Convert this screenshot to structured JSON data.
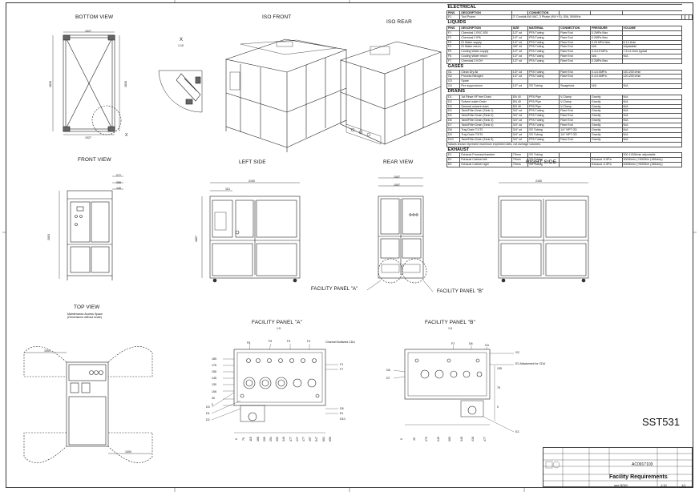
{
  "views": {
    "bottom": "BOTTOM VIEW",
    "iso_front": "ISO FRONT",
    "iso_rear": "ISO REAR",
    "front": "FRONT VIEW",
    "left": "LEFT SIDE",
    "rear": "REAR VIEW",
    "right": "RIGHT SIDE",
    "top": "TOP VIEW",
    "top_note_1": "Maintenance Access Space",
    "top_note_2": "(Dimensions without scale)",
    "panel_a": "FACILITY PANEL \"A\"",
    "panel_b": "FACILITY PANEL \"B\"",
    "panel_a_ref": "FACILITY PANEL \"A\"",
    "panel_b_ref": "FACILITY PANEL \"B\"",
    "detail_x": "X",
    "detail_x_scale": "1:10",
    "panel_scale": "1:5"
  },
  "dims": {
    "bottom_top": "1027",
    "bottom_bottom": "1027",
    "bottom_side": "1830",
    "left_width": "2100",
    "left_small": "110",
    "left_height": "1867",
    "rear_w1": "1067",
    "rear_w2": "1067",
    "right_width": "2100",
    "front_h": "2003",
    "front_d1": "277",
    "front_d2": "258",
    "front_d3": "140",
    "top_d1": "1000",
    "top_d2": "1000"
  },
  "callouts": {
    "panel_a_top": [
      "F6",
      "F5",
      "F3",
      "F4",
      "Channel Buttweld CDU"
    ],
    "panel_a_right": [
      "F1",
      "F7",
      "D5",
      "E1",
      "D10"
    ],
    "panel_a_left": [
      "D3",
      "D1",
      "D2"
    ],
    "panel_a_scale": [
      "185",
      "176",
      "155",
      "145",
      "130",
      "106",
      "40",
      "0"
    ],
    "panel_a_bottom": [
      "0",
      "70",
      "115",
      "168",
      "200",
      "254",
      "300",
      "346",
      "377",
      "417",
      "477",
      "497",
      "547",
      "601",
      "650"
    ],
    "panel_b_top": [
      "F2",
      "D6",
      "G4",
      "G2"
    ],
    "panel_b_right": [
      "E2 Attachment for CDU",
      "E3"
    ],
    "panel_b_left": [
      "D8",
      "D7"
    ],
    "panel_b_scale": [
      "135",
      "75",
      "0"
    ],
    "panel_b_bottom": [
      "0",
      "45",
      "170",
      "245",
      "300",
      "348",
      "418",
      "477"
    ]
  },
  "table": {
    "sections": [
      {
        "title": "ELECTRICAL",
        "header": [
          "PINS",
          "DESCRIPTION",
          "",
          "CONNECTION",
          "",
          ""
        ],
        "rows": [
          [
            "E1",
            "Tool Power",
            "3\" Conduit,4W VAC, 3 Phase (4W +G), 50A, 50/60Hz",
            "",
            "",
            ""
          ]
        ]
      },
      {
        "title": "LIQUIDS",
        "header": [
          "PINS",
          "DESCRIPTION",
          "SIZE",
          "MATERIAL",
          "CONNECTION",
          "PRESSURE",
          "VOLUME"
        ],
        "rows": [
          [
            "F1",
            "Chemical 1 EKC 830",
            "1/2\" od",
            "PFA Tubing",
            "Flare End",
            "0.2MPa Max",
            ""
          ],
          [
            "F2",
            "Chemical 2 IPA",
            "1/2\" od",
            "PFA Tubing",
            "Flare End",
            "0.2MPa Max",
            ""
          ],
          [
            "F3",
            "DI Water supply",
            "1/2\" od",
            "PFA Tubing",
            "Flare End",
            "0.25 MPa Max",
            "8-14 l/min"
          ],
          [
            "F4",
            "DI Water return",
            "3/8\" od",
            "PFA Tubing",
            "Flare End",
            "N/A",
            "Adjustable"
          ],
          [
            "F5",
            "Cooling Water supply",
            "1/2\" od",
            "PFA Tubing",
            "Flare End",
            "0.3-0.5 MPa",
            "7.5-11 l/min typical"
          ],
          [
            "F6",
            "Cooling Water return",
            "1/2\" od",
            "PFA Tubing",
            "Flare End",
            "N/A",
            "N/A"
          ],
          [
            "F7",
            "Chemical 3 KOH",
            "1/2\" od",
            "PFA Tubing",
            "Flare End",
            "0.2MPa Max",
            ""
          ]
        ]
      },
      {
        "title": "GASES",
        "header": [],
        "rows": [
          [
            "G1",
            "Clean Dry Air",
            "1/2\" od",
            "PFA Tubing",
            "Flare End",
            "0.4-0.6MPa",
            "140-200 l/min"
          ],
          [
            "G2",
            "Process Nitrogen",
            "1/2\" od",
            "PFA Tubing",
            "Flare End",
            "0.4-0.6MPa",
            "120-200 l/min"
          ],
          [
            "G3",
            "Spare",
            "",
            "",
            "",
            "",
            ""
          ],
          [
            "G4",
            "Fire suppression",
            "1/2\" od",
            "SS Tubing",
            "Swagelock",
            "N/A",
            "N/A"
          ]
        ]
      },
      {
        "title": "DRAINS",
        "header": [],
        "rows": [
          [
            "D1",
            "1st Rinse HF free Drain",
            "DN 40",
            "PFA Pipe",
            "V-Clamp",
            "Gravity",
            "N/A"
          ],
          [
            "D2",
            "Solvent water Drain",
            "DN 40",
            "PFA Pipe",
            "V-Clamp",
            "Gravity",
            "N/A"
          ],
          [
            "D3",
            "General solvent drain",
            "DN 40",
            "PFA Pipe",
            "V-Clamp",
            "Gravity",
            "N/A"
          ],
          [
            "D4",
            "Tank/Filter Drain (Tank 1)",
            "3/4\" od",
            "PFA Tubing",
            "Flare End",
            "Gravity",
            "N/A"
          ],
          [
            "D5",
            "Tank/Filter Drain (Tank 2)",
            "3/4\" od",
            "PFA Tubing",
            "Flare End",
            "Gravity",
            "N/A"
          ],
          [
            "D6",
            "Tank/Filter Drain (Tank 3)",
            "3/4\" od",
            "PFA Tubing",
            "Flare End",
            "Gravity",
            "N/A"
          ],
          [
            "D7",
            "Tank/Filter Drain (Tank 4)",
            "3/4\" od",
            "PFA Tubing",
            "Flare End",
            "Gravity",
            "N/A"
          ],
          [
            "D8",
            "Tray Drain T1/T2",
            "3/4\" od",
            "SS Tubing",
            "1/4\" NPT OD",
            "Gravity",
            "N/A"
          ],
          [
            "D9",
            "Tray Drain T3/T4",
            "3/4\" od",
            "SS Tubing",
            "1/4\" NPT OD",
            "Gravity",
            "N/A"
          ],
          [
            "D10",
            "Tank/Filter Drain (Tank 5)",
            "3/4\" od",
            "PFA Tubing",
            "Flare End",
            "Gravity",
            "N/A"
          ]
        ],
        "note": "Values shown represent maximum expected rates, not average volumes."
      },
      {
        "title": "EXHAUST",
        "header": [],
        "rows": [
          [
            "E1",
            "Exhaust Process/chamber",
            "75mm",
            "SS Tubing",
            "",
            "",
            "300-1000l/min adjustable"
          ],
          [
            "E2",
            "Exhaust Cabinet left",
            "75mm",
            "SS Tubing",
            "",
            "Exhaust -0.5Pa",
            "3000l/min (+3000l/m (185cfm))"
          ],
          [
            "E3",
            "Exhaust Cabinet right",
            "75mm",
            "SS Tubing",
            "",
            "Exhaust -0.5Pa",
            "4000l/min (+5000l/m (185cfm))"
          ]
        ]
      }
    ]
  },
  "tool_id": "SST531",
  "title_block": {
    "drawing_no": "AC0917103",
    "title": "Facility Requirements",
    "material": "see BOM",
    "scale": "1:10",
    "sheet": "1/1"
  }
}
